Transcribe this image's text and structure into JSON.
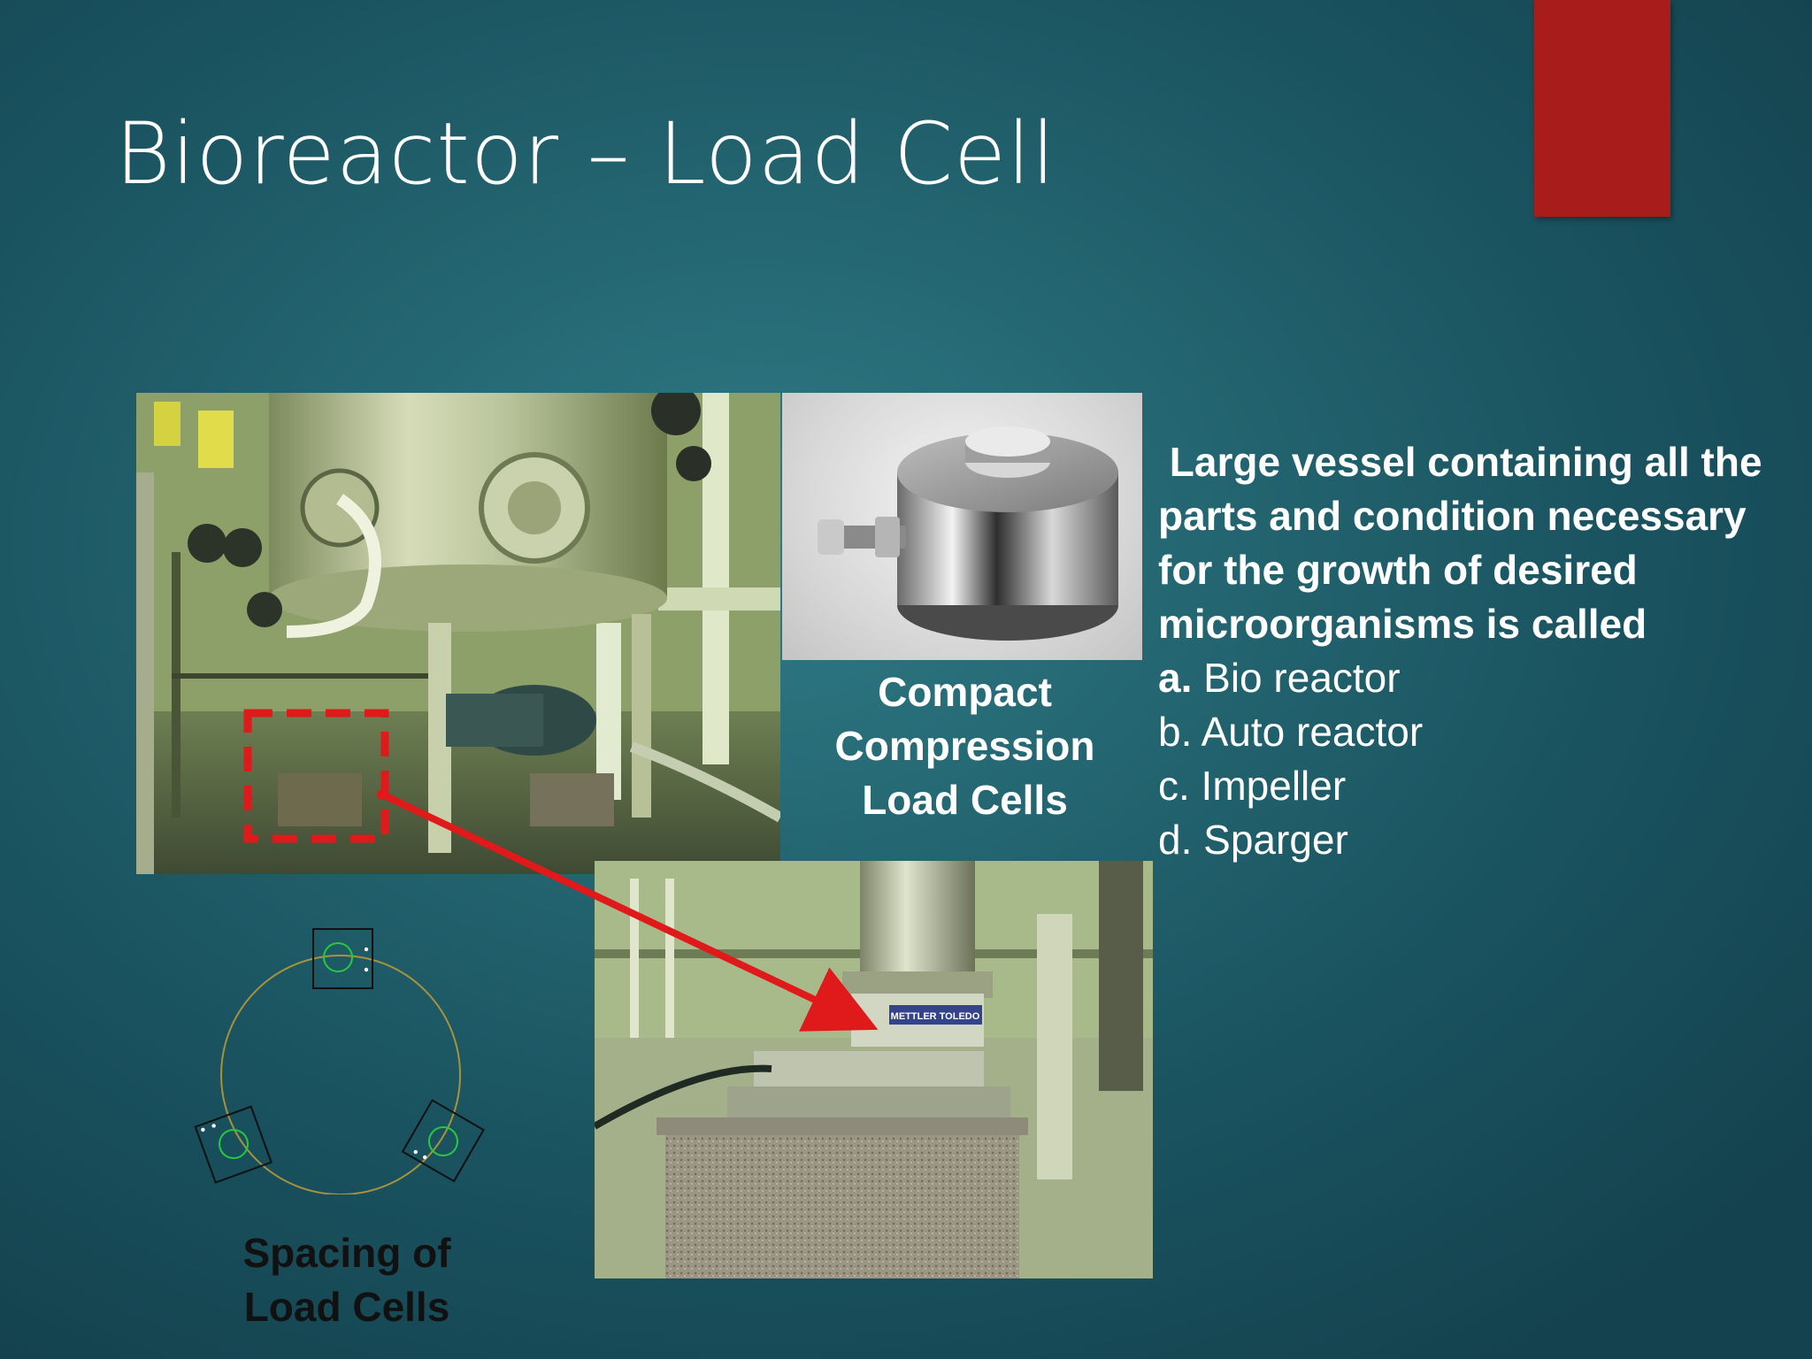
{
  "slide": {
    "title": "Bioreactor – Load Cell",
    "accent_color": "#a81c1c",
    "background_color": "#236570"
  },
  "images": {
    "bioreactor_photo": "bioreactor-vessel-photo",
    "compact_load_cell_photo": "compact-compression-load-cell-photo",
    "installed_load_cell_photo": "installed-load-cell-closeup-photo",
    "installed_label_text": "METTLER TOLEDO",
    "spacing_diagram": "load-cell-spacing-diagram"
  },
  "captions": {
    "compact_line1": "Compact",
    "compact_line2": "Compression",
    "compact_line3": "Load Cells",
    "spacing_line1": "Spacing of",
    "spacing_line2": "Load Cells"
  },
  "question": {
    "stem": " Large vessel containing all the parts and condition necessary for the growth of desired microorganisms is called",
    "options": [
      {
        "letter": "a.",
        "text": " Bio reactor"
      },
      {
        "letter": "b.",
        "text": " Auto reactor"
      },
      {
        "letter": "c.",
        "text": " Impeller"
      },
      {
        "letter": "d.",
        "text": " Sparger"
      }
    ]
  }
}
